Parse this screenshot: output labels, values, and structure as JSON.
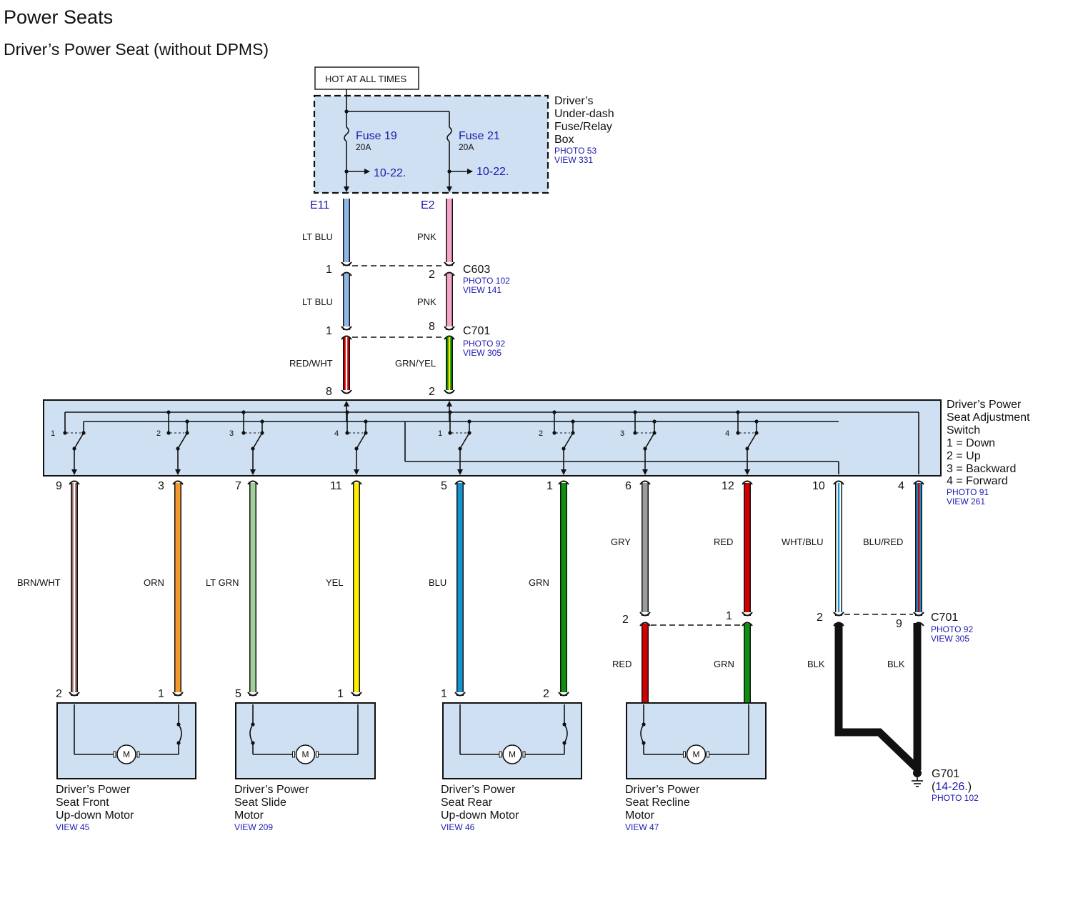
{
  "header": {
    "title": "Power Seats",
    "subtitle": "Driver’s Power Seat (without DPMS)"
  },
  "hot_label": "HOT AT ALL TIMES",
  "fuse_box": {
    "name_lines": [
      "Driver’s",
      "Under-dash",
      "Fuse/Relay",
      "Box"
    ],
    "photo": "PHOTO 53",
    "view": "VIEW 331",
    "fuses": [
      {
        "name": "Fuse 19",
        "rating": "20A",
        "ref": "10-22.",
        "terminal": "E11"
      },
      {
        "name": "Fuse 21",
        "rating": "20A",
        "ref": "10-22.",
        "terminal": "E2"
      }
    ]
  },
  "c603": {
    "name": "C603",
    "photo": "PHOTO 102",
    "view": "VIEW 141",
    "pins": [
      "1",
      "2"
    ],
    "wires_above": [
      "LT BLU",
      "PNK"
    ]
  },
  "c701_top": {
    "name": "C701",
    "photo": "PHOTO 92",
    "view": "VIEW 305",
    "pins": [
      "1",
      "8"
    ],
    "wires_above": [
      "LT BLU",
      "PNK"
    ]
  },
  "feed_wires": [
    "RED/WHT",
    "GRN/YEL"
  ],
  "switch": {
    "name_lines": [
      "Driver’s Power",
      "Seat Adjustment",
      "Switch"
    ],
    "legend": [
      "1 = Down",
      "2 = Up",
      "3 = Backward",
      "4 = Forward"
    ],
    "photo": "PHOTO 91",
    "view": "VIEW 261",
    "input_pins": [
      "8",
      "2"
    ],
    "position_labels": [
      "1",
      "2",
      "3",
      "4",
      "1",
      "2",
      "3",
      "4"
    ]
  },
  "output_wires": [
    {
      "pin": "9",
      "label": "BRN/WHT",
      "motor_pin": "2"
    },
    {
      "pin": "3",
      "label": "ORN",
      "motor_pin": "1"
    },
    {
      "pin": "7",
      "label": "LT GRN",
      "motor_pin": "5"
    },
    {
      "pin": "11",
      "label": "YEL",
      "motor_pin": "1"
    },
    {
      "pin": "5",
      "label": "BLU",
      "motor_pin": "1"
    },
    {
      "pin": "1",
      "label": "GRN",
      "motor_pin": "2"
    },
    {
      "pin": "6",
      "label": "GRY",
      "c_pin": "2",
      "lower_label": "RED"
    },
    {
      "pin": "12",
      "label": "RED",
      "c_pin": "1",
      "lower_label": "GRN"
    },
    {
      "pin": "10",
      "label": "WHT/BLU",
      "c_pin": "2",
      "lower_label": "BLK"
    },
    {
      "pin": "4",
      "label": "BLU/RED",
      "c_pin": "9",
      "lower_label": "BLK"
    }
  ],
  "c701_bottom": {
    "name": "C701",
    "photo": "PHOTO 92",
    "view": "VIEW 305"
  },
  "ground": {
    "name": "G701",
    "ref_open": "(",
    "ref": "14-26.",
    "ref_close": ")",
    "photo": "PHOTO 102"
  },
  "motor_symbol": "M",
  "motors": [
    {
      "lines": [
        "Driver’s Power",
        "Seat Front",
        "Up-down Motor"
      ],
      "view": "VIEW 45"
    },
    {
      "lines": [
        "Driver’s Power",
        "Seat Slide",
        "Motor"
      ],
      "view": "VIEW 209"
    },
    {
      "lines": [
        "Driver’s Power",
        "Seat Rear",
        "Up-down Motor"
      ],
      "view": "VIEW 46"
    },
    {
      "lines": [
        "Driver’s Power",
        "Seat Recline",
        "Motor"
      ],
      "view": "VIEW 47"
    }
  ],
  "colors": {
    "box_fill": "#cfe0f2",
    "lt_blu": "#8fb8e6",
    "pnk": "#f4a6c8",
    "red": "#d40000",
    "wht": "#ffffff",
    "grn": "#109010",
    "yel": "#ffef00",
    "brn": "#9a6e6a",
    "orn": "#f39a2e",
    "lt_grn": "#9fd09a",
    "blu": "#1592d0",
    "gry": "#9c9c9c",
    "blk": "#111111"
  }
}
